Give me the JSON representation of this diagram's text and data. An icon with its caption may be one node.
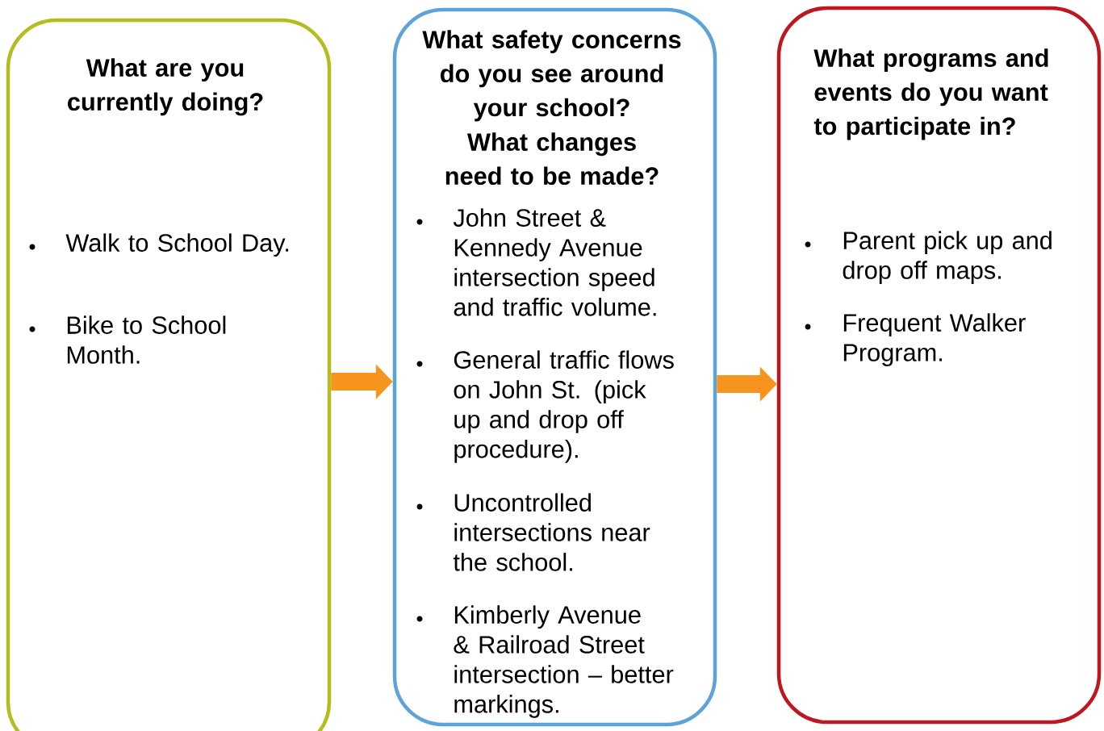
{
  "diagram": {
    "nodes": [
      {
        "text": [
          "What are you currently doing?",
          "Walk to School Day.",
          "Bike to School Month."
        ]
      },
      {
        "text": [
          "What safety concerns do you see around your school?",
          "What changes need to be made?",
          "John Street & Kennedy Avenue intersection speed and traffic volume.",
          "General traffic flows on John St. (pick up and drop off procedure).",
          "Uncontrolled intersections near the school.",
          "Kimberly Avenue & Railroad Street intersection – better markings."
        ]
      },
      {
        "text": [
          "What programs and events do you want to participate in?",
          "Parent pick up and drop off maps.",
          "Frequent Walker Program."
        ]
      }
    ],
    "edges": [
      {
        "from": 0,
        "to": 1,
        "arrow": "to",
        "color": "#f7941d"
      },
      {
        "from": 1,
        "to": 2,
        "arrow": "to",
        "color": "#f7941d"
      }
    ]
  }
}
